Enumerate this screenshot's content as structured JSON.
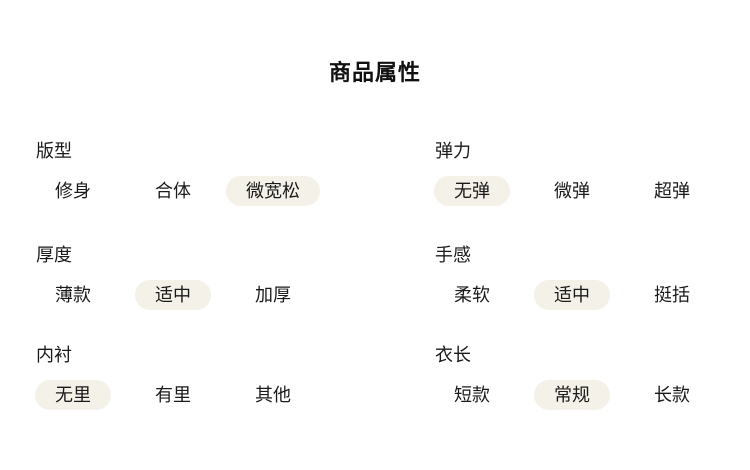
{
  "page": {
    "title": "商品属性"
  },
  "colors": {
    "page_bg": "#ffffff",
    "title_color": "#111111",
    "text_color": "#1a1a1a",
    "pill_bg": "#f4f1e9"
  },
  "groups": [
    {
      "label": "版型",
      "options": [
        {
          "label": "修身",
          "selected": false
        },
        {
          "label": "合体",
          "selected": false
        },
        {
          "label": "微宽松",
          "selected": true
        }
      ]
    },
    {
      "label": "弹力",
      "options": [
        {
          "label": "无弹",
          "selected": true
        },
        {
          "label": "微弹",
          "selected": false
        },
        {
          "label": "超弹",
          "selected": false
        }
      ]
    },
    {
      "label": "厚度",
      "options": [
        {
          "label": "薄款",
          "selected": false
        },
        {
          "label": "适中",
          "selected": true
        },
        {
          "label": "加厚",
          "selected": false
        }
      ]
    },
    {
      "label": "手感",
      "options": [
        {
          "label": "柔软",
          "selected": false
        },
        {
          "label": "适中",
          "selected": true
        },
        {
          "label": "挺括",
          "selected": false
        }
      ]
    },
    {
      "label": "内衬",
      "options": [
        {
          "label": "无里",
          "selected": true
        },
        {
          "label": "有里",
          "selected": false
        },
        {
          "label": "其他",
          "selected": false
        }
      ]
    },
    {
      "label": "衣长",
      "options": [
        {
          "label": "短款",
          "selected": false
        },
        {
          "label": "常规",
          "selected": true
        },
        {
          "label": "长款",
          "selected": false
        }
      ]
    }
  ]
}
